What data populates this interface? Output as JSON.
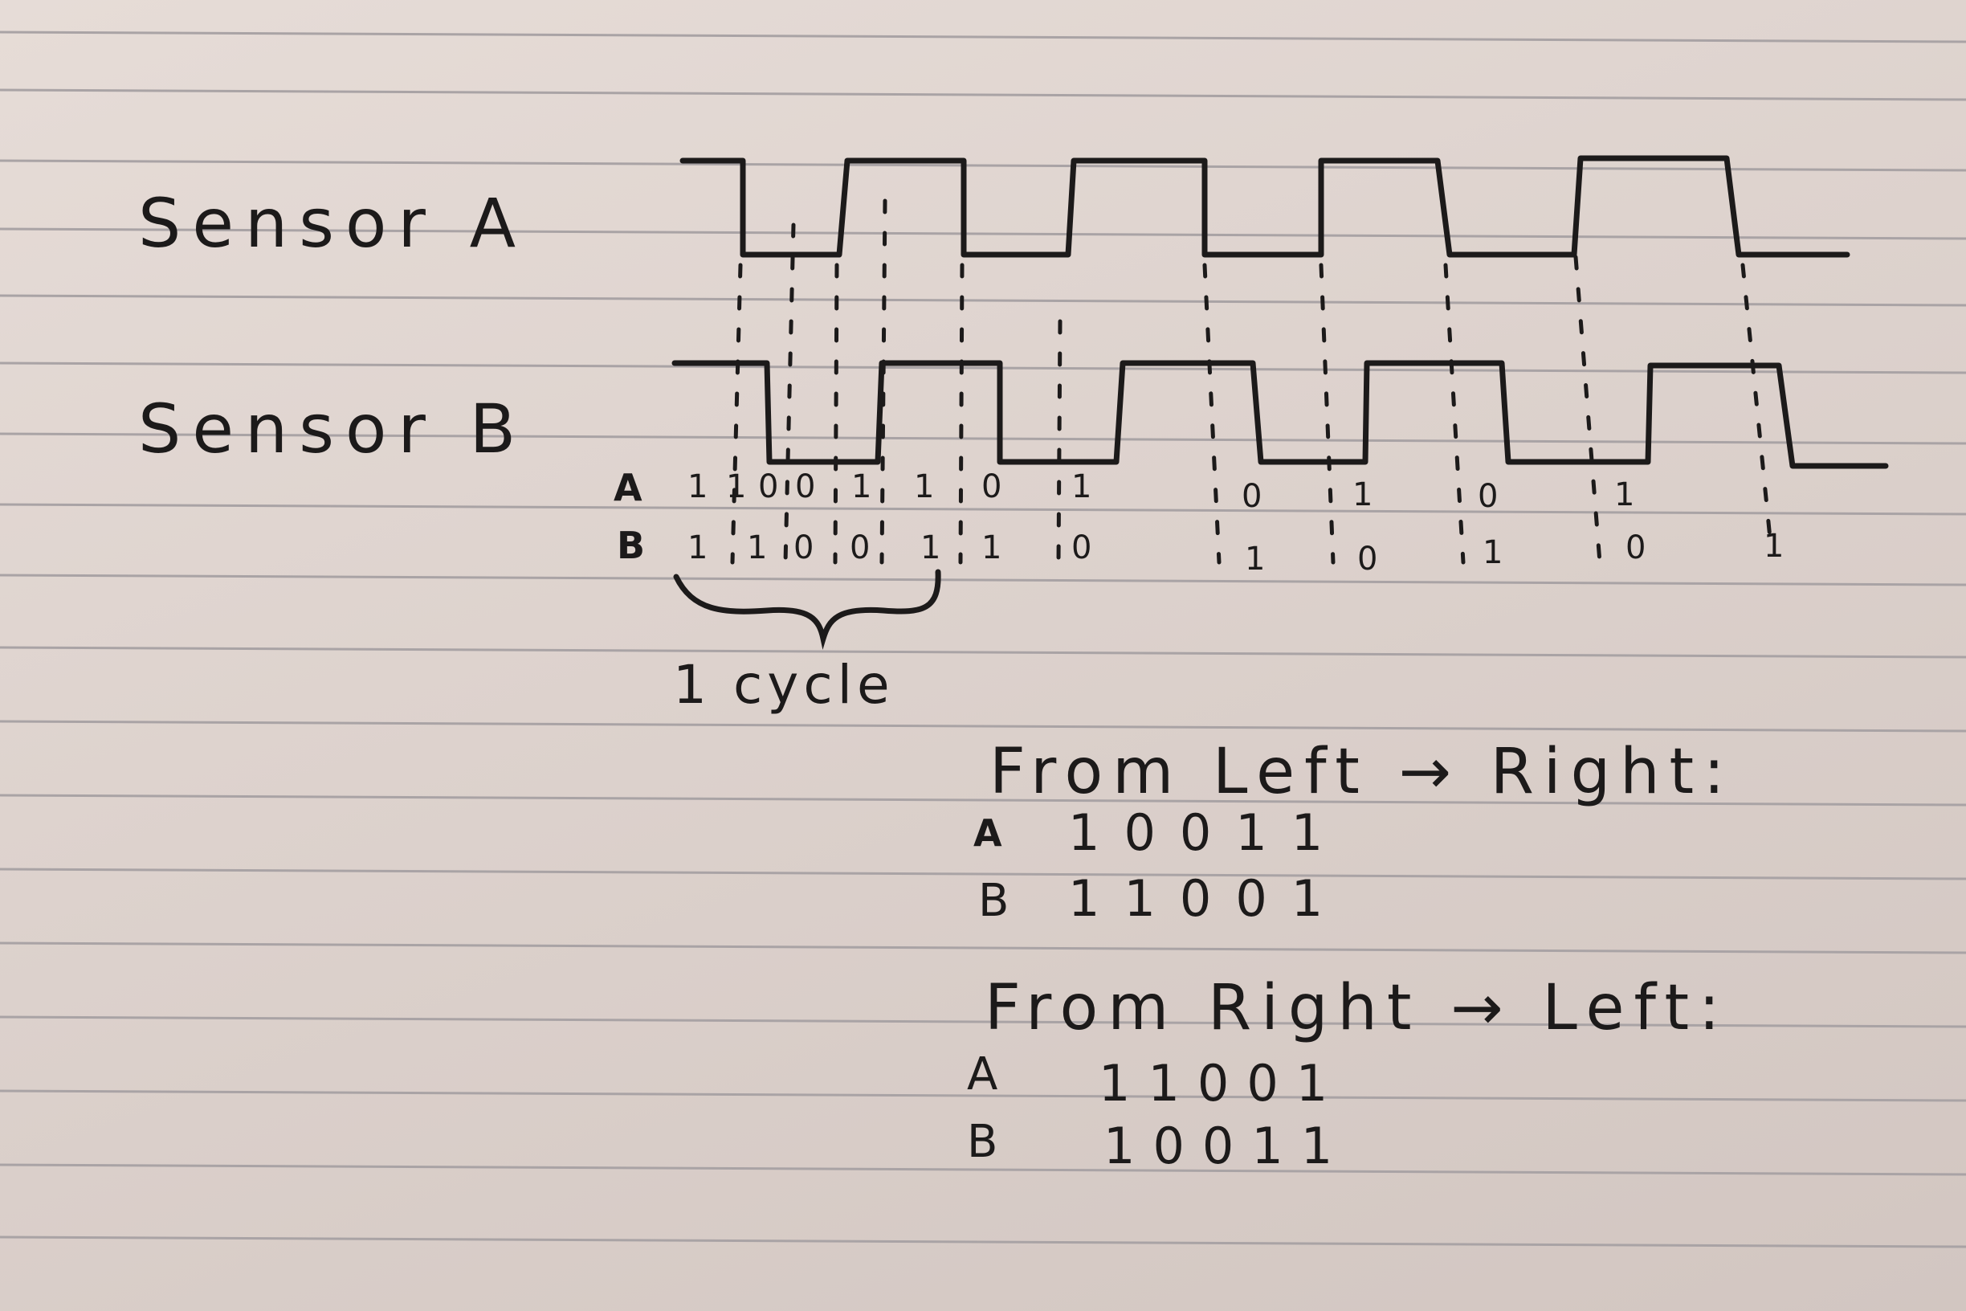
{
  "diagram": {
    "sensor_a_label": "Sensor A",
    "sensor_b_label": "Sensor B",
    "row_a_letter": "A",
    "row_b_letter": "B",
    "cycle_label": "1 cycle",
    "row_a_readings": [
      "1",
      "1",
      "0",
      "0",
      "1",
      "1",
      "0",
      "1",
      "0",
      "1",
      "0",
      "1"
    ],
    "row_b_readings": [
      "1",
      "1",
      "0",
      "0",
      "1",
      "1",
      "0",
      "1",
      "0",
      "1",
      "0",
      "1"
    ]
  },
  "notes": {
    "left_to_right": {
      "heading": "From Left → Right:",
      "a_letter": "A",
      "a_bits": "10011",
      "b_letter": "B",
      "b_bits": "11001"
    },
    "right_to_left": {
      "heading": "From Right → Left:",
      "a_letter": "A",
      "a_bits": "11001",
      "b_letter": "B",
      "b_bits": "10011"
    }
  },
  "colors": {
    "ink": "#1c1a1a",
    "paper": "#e2d8d3",
    "rule_line": "#a9a3a5"
  }
}
